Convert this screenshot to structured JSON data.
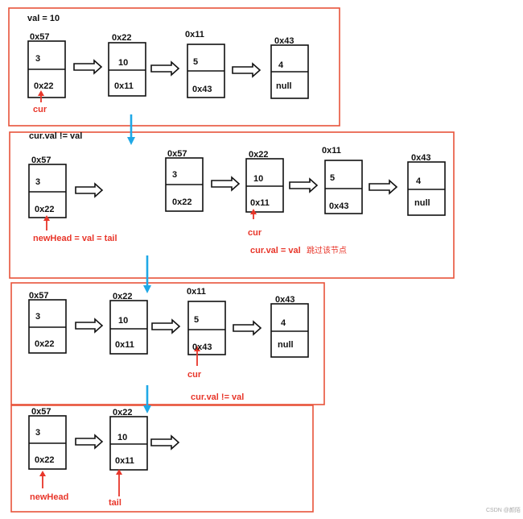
{
  "title_val": "val = 10",
  "panels": [
    {
      "caption": "",
      "nodes": [
        {
          "addr": "0x57",
          "val": "3",
          "next": "0x22"
        },
        {
          "addr": "0x22",
          "val": "10",
          "next": "0x11"
        },
        {
          "addr": "0x11",
          "val": "5",
          "next": "0x43"
        },
        {
          "addr": "0x43",
          "val": "4",
          "next": "null"
        }
      ],
      "pointers": [
        {
          "label": "cur"
        }
      ]
    },
    {
      "caption": "cur.val != val",
      "nodes": [
        {
          "addr": "0x57",
          "val": "3",
          "next": "0x22"
        },
        {
          "addr": "0x57",
          "val": "3",
          "next": "0x22"
        },
        {
          "addr": "0x22",
          "val": "10",
          "next": "0x11"
        },
        {
          "addr": "0x11",
          "val": "5",
          "next": "0x43"
        },
        {
          "addr": "0x43",
          "val": "4",
          "next": "null"
        }
      ],
      "pointers": [
        {
          "label": "newHead = val = tail"
        },
        {
          "label": "cur"
        }
      ],
      "note": {
        "text": "cur.val = val",
        "zh": "跳过该节点"
      }
    },
    {
      "caption": "",
      "nodes": [
        {
          "addr": "0x57",
          "val": "3",
          "next": "0x22"
        },
        {
          "addr": "0x22",
          "val": "10",
          "next": "0x11"
        },
        {
          "addr": "0x11",
          "val": "5",
          "next": "0x43"
        },
        {
          "addr": "0x43",
          "val": "4",
          "next": "null"
        }
      ],
      "pointers": [
        {
          "label": "cur"
        }
      ],
      "note": {
        "text": "cur.val != val"
      }
    },
    {
      "caption": "",
      "nodes": [
        {
          "addr": "0x57",
          "val": "3",
          "next": "0x22"
        },
        {
          "addr": "0x22",
          "val": "10",
          "next": "0x11"
        }
      ],
      "pointers": [
        {
          "label": "newHead"
        },
        {
          "label": "tail"
        }
      ]
    }
  ],
  "watermark": "CSDN @颜陌",
  "colors": {
    "frame": "#e8533a",
    "pointer": "#e8362a",
    "flow": "#1fa8e6",
    "ink": "#111111"
  }
}
